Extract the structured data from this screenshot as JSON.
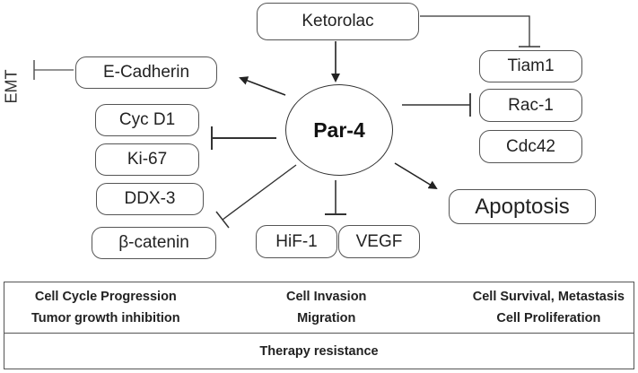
{
  "hub": {
    "label": "Par-4"
  },
  "nodes": {
    "ketorolac": "Ketorolac",
    "e_cadherin": "E-Cadherin",
    "cyc_d1": "Cyc D1",
    "ki67": "Ki-67",
    "ddx3": "DDX-3",
    "beta_catenin": "β-catenin",
    "hif1": "HiF-1",
    "vegf": "VEGF",
    "tiam1": "Tiam1",
    "rac1": "Rac-1",
    "cdc42": "Cdc42",
    "apoptosis": "Apoptosis"
  },
  "side_label": "EMT",
  "table": {
    "col1": [
      "Cell Cycle Progression",
      "Tumor growth inhibition"
    ],
    "col2": [
      "Cell Invasion",
      "Migration"
    ],
    "col3": [
      "Cell Survival, Metastasis",
      "Cell Proliferation"
    ],
    "bottom": "Therapy resistance"
  },
  "colors": {
    "line": "#222222",
    "border": "#555555",
    "text": "#222222"
  }
}
